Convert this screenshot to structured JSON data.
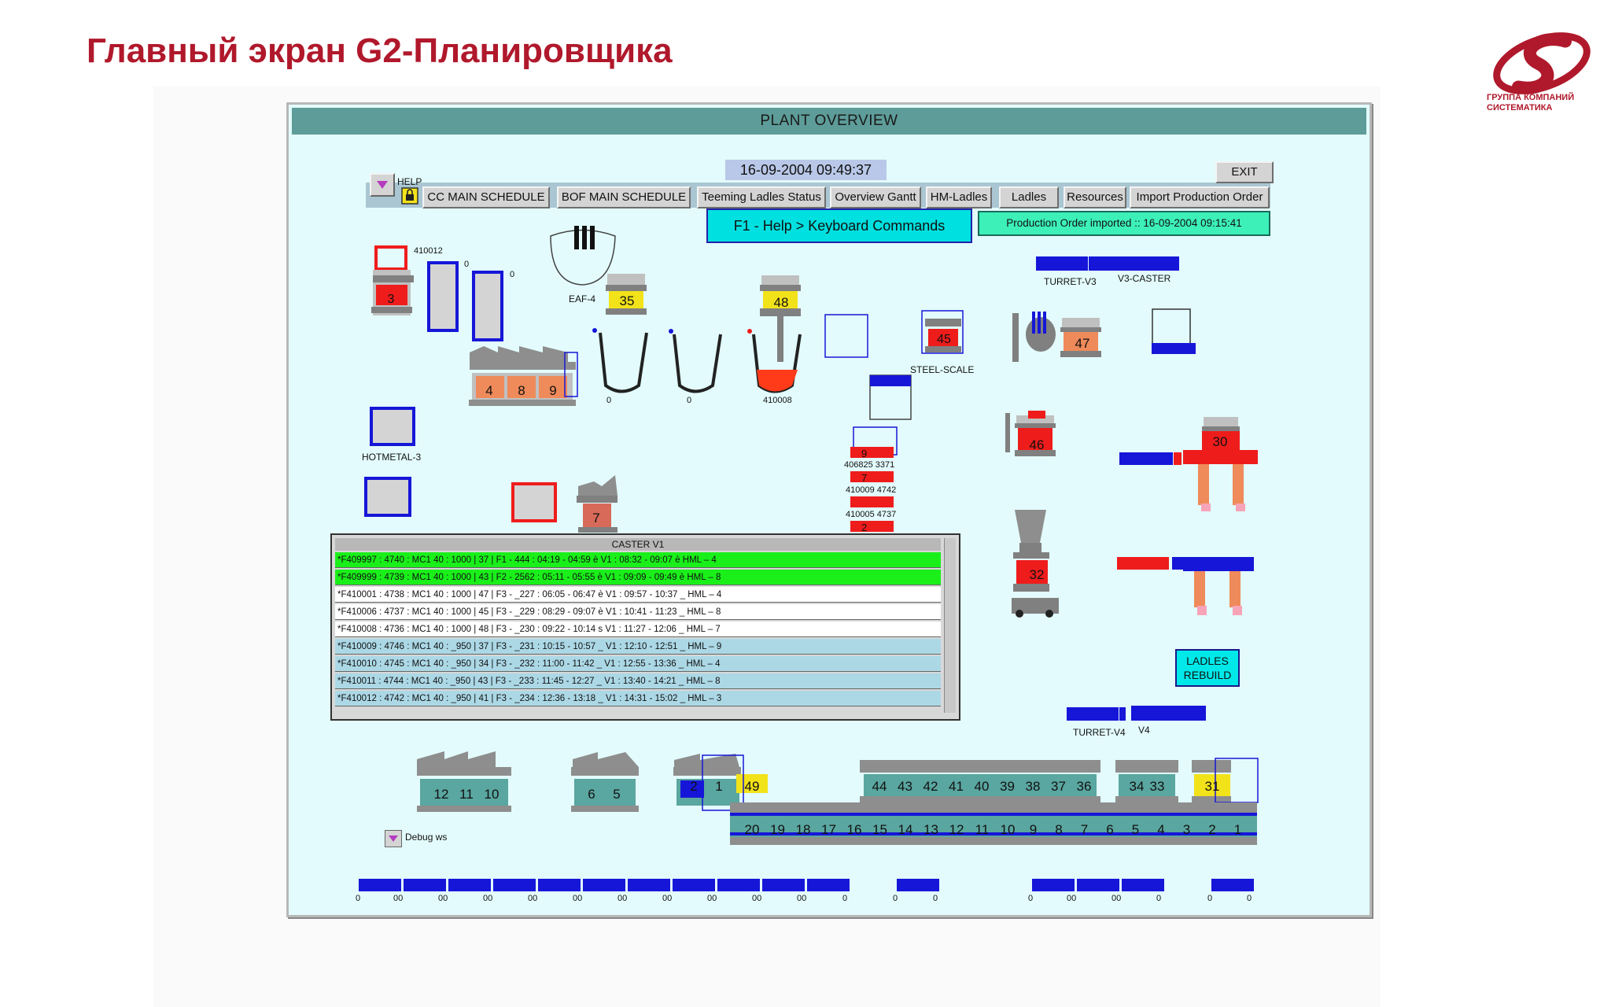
{
  "slide": {
    "title": "Главный экран G2-Планировщика"
  },
  "logo": {
    "line1": "ГРУППА КОМПАНИЙ",
    "line2": "СИСТЕМАТИКА"
  },
  "window": {
    "title": "PLANT OVERVIEW"
  },
  "header": {
    "datetime": "16-09-2004  09:49:37",
    "exit_label": "EXIT",
    "help_label": "HELP",
    "f1_help": "F1 - Help > Keyboard Commands",
    "production_imported": "Production Order imported :: 16-09-2004  09:15:41"
  },
  "toolbar": [
    {
      "label": "CC MAIN SCHEDULE"
    },
    {
      "label": "BOF MAIN SCHEDULE"
    },
    {
      "label": "Teeming Ladles Status"
    },
    {
      "label": "Overview Gantt"
    },
    {
      "label": "HM-Ladles"
    },
    {
      "label": "Ladles"
    },
    {
      "label": "Resources"
    },
    {
      "label": "Import Production Order"
    }
  ],
  "labels": {
    "id_410012": "410012",
    "zero": "0",
    "eaf4": "EAF-4",
    "id_410008": "410008",
    "hotmetal3": "HOTMETAL-3",
    "steel_scale": "STEEL-SCALE",
    "turret_v3": "TURRET-V3",
    "v3_caster": "V3-CASTER",
    "turret_v4": "TURRET-V4",
    "v4": "V4",
    "stack_1": "406825  3371",
    "stack_2": "410009  4742",
    "stack_3": "410005  4737",
    "debug_ws": "Debug ws",
    "zeros_00": "00"
  },
  "ladles": {
    "l3": "3",
    "l35": "35",
    "l48": "48",
    "l45": "45",
    "l47": "47",
    "l46": "46",
    "l30": "30",
    "l32": "32",
    "l7": "7",
    "l4": "4",
    "l8": "8",
    "l9": "9",
    "s9": "9",
    "s7": "7",
    "s2": "2"
  },
  "ladles_rebuild": {
    "line1": "LADLES",
    "line2": "REBUILD"
  },
  "caster": {
    "title": "CASTER V1",
    "rows": [
      {
        "text": "*F409997 : 4740 : MC1 40 : 1000 | 37 | F1 -   444 : 04:19 - 04:59 è V1 :   08:32 - 09:07  è HML – 4",
        "color": "#1aef1a"
      },
      {
        "text": "*F409999 : 4739 : MC1 40 : 1000 | 43 | F2 - 2562 : 05:11 - 05:55 è V1 :   09:09 - 09:49  è HML – 8",
        "color": "#1aef1a"
      },
      {
        "text": "*F410001 : 4738 : MC1 40 : 1000 | 47 | F3 - _227 : 06:05 - 06:47  è V1 :   09:57 - 10:37  _ HML – 4",
        "color": "#ffffff"
      },
      {
        "text": "*F410006 : 4737 : MC1 40 : 1000 | 45 | F3 - _229 : 08:29 - 09:07  è V1 :   10:41 - 11:23  _ HML – 8",
        "color": "#ffffff"
      },
      {
        "text": "*F410008 : 4736 : MC1 40 : 1000 | 48 | F3 - _230 : 09:22 - 10:14  s V1 :   11:27 - 12:06  _ HML – 7",
        "color": "#ffffff"
      },
      {
        "text": "*F410009 : 4746 : MC1 40 : _950 | 37 | F3 - _231 : 10:15 - 10:57  _ V1 :   12:10 - 12:51  _ HML – 9",
        "color": "#acd8e6"
      },
      {
        "text": "*F410010 : 4745 : MC1 40 : _950 | 34 | F3 - _232 : 11:00 - 11:42  _ V1 :   12:55 - 13:36  _ HML – 4",
        "color": "#acd8e6"
      },
      {
        "text": "*F410011 : 4744 : MC1 40 : _950 | 43 | F3 - _233 : 11:45 - 12:27  _ V1 :   13:40 - 14:21  _ HML – 8",
        "color": "#acd8e6"
      },
      {
        "text": "*F410012 : 4742 : MC1 40 : _950 | 41 | F3 - _234 : 12:36 - 13:18  _ V1 :   14:31 - 15:02  _ HML – 3",
        "color": "#acd8e6"
      }
    ]
  },
  "storage_left": [
    "12",
    "11",
    "10"
  ],
  "storage_mid": [
    "6",
    "5"
  ],
  "storage_small": [
    "2",
    "1",
    "49"
  ],
  "storage_big": [
    "44",
    "43",
    "42",
    "41",
    "40",
    "39",
    "38",
    "37",
    "36"
  ],
  "storage_right1": [
    "34",
    "33"
  ],
  "storage_right2": [
    "31"
  ],
  "rail_numbers": [
    "20",
    "19",
    "18",
    "17",
    "16",
    "15",
    "14",
    "13",
    "12",
    "11",
    "10",
    "9",
    "8",
    "7",
    "6",
    "5",
    "4",
    "3",
    "2",
    "1"
  ],
  "colors": {
    "brand": "#b0182b",
    "titlebar": "#5d9c99",
    "window_bg": "#e3fbfc",
    "ladle_red": "#ef1c1c",
    "ladle_yellow": "#f2e21a",
    "blue": "#1616d8"
  }
}
